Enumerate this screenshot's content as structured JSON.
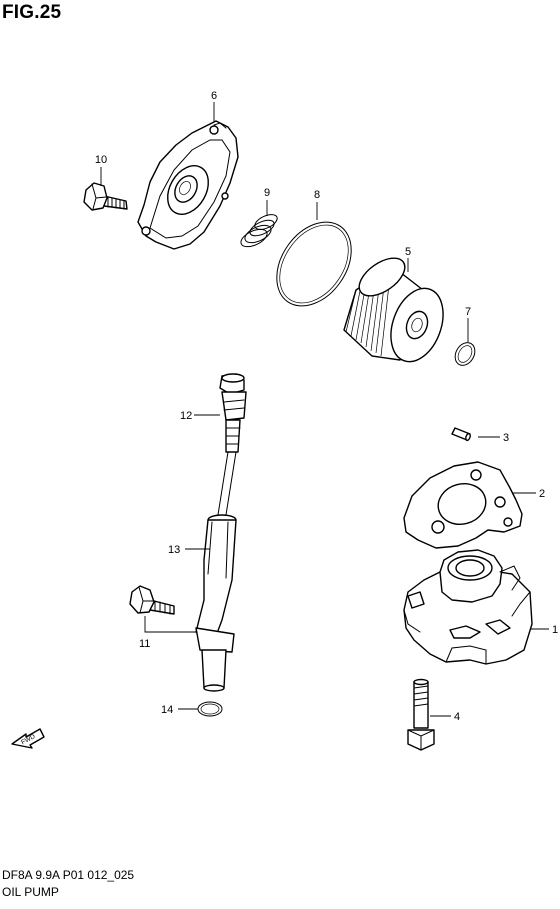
{
  "figure": {
    "title": "FIG.25",
    "code": "DF8A 9.9A P01 012_025",
    "name": "OIL PUMP"
  },
  "fwd_label": "FWD",
  "callouts": [
    {
      "id": "pump-body",
      "label": "1"
    },
    {
      "id": "gasket",
      "label": "2"
    },
    {
      "id": "pin",
      "label": "3"
    },
    {
      "id": "pump-bolt",
      "label": "4"
    },
    {
      "id": "oil-filter",
      "label": "5"
    },
    {
      "id": "filter-cover",
      "label": "6"
    },
    {
      "id": "small-o-ring",
      "label": "7"
    },
    {
      "id": "large-o-ring",
      "label": "8"
    },
    {
      "id": "spring",
      "label": "9"
    },
    {
      "id": "cover-bolt",
      "label": "10"
    },
    {
      "id": "gauge-bolt",
      "label": "11"
    },
    {
      "id": "dipstick",
      "label": "12"
    },
    {
      "id": "dipstick-guide",
      "label": "13"
    },
    {
      "id": "guide-o-ring",
      "label": "14"
    }
  ]
}
